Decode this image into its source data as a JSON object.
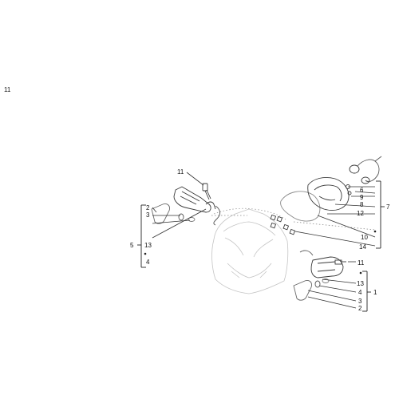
{
  "page": {
    "number": "11"
  },
  "colors": {
    "ink": "#2a2a2a",
    "light": "#8a8a8a",
    "faint": "#c9c9c9",
    "background": "#ffffff"
  },
  "callouts": {
    "left_bolt": "11",
    "left_2": "2",
    "left_3": "3",
    "left_13": "13",
    "left_4": "4",
    "left_group": "5",
    "right_6": "6",
    "right_9": "9",
    "right_8": "8",
    "right_12": "12",
    "right_group_top": "7",
    "right_10": "10",
    "right_14": "14",
    "right_bolt": "11",
    "lower_13": "13",
    "lower_4": "4",
    "lower_3": "3",
    "lower_2": "2",
    "lower_group": "1"
  }
}
